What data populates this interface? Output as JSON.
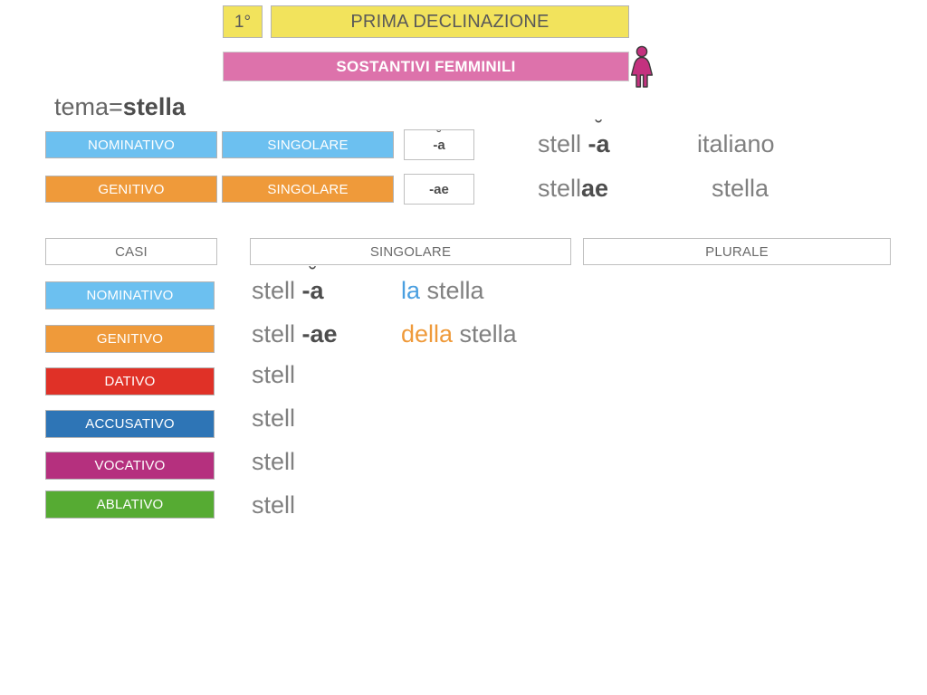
{
  "header": {
    "ordinal": "1°",
    "title": "PRIMA DECLINAZIONE",
    "subtitle": "SOSTANTIVI FEMMINILI",
    "icon": "female-figure-icon",
    "colors": {
      "ordinal_box": "#f2e35c",
      "title_banner": "#f2e35c",
      "subtitle_banner": "#dd72ab",
      "figure": "#c4317f"
    }
  },
  "theme": {
    "label": "tema=",
    "value": "stella"
  },
  "demo_rows": [
    {
      "case_label": "NOMINATIVO",
      "number_label": "SINGOLARE",
      "ending": "-a",
      "ending_has_breve": true,
      "stem": "stell ",
      "word_ending": "-a",
      "word_has_breve": true,
      "italian": "italiano",
      "color": "#6cc0f0"
    },
    {
      "case_label": "GENITIVO",
      "number_label": "SINGOLARE",
      "ending": "-ae",
      "ending_has_breve": false,
      "stem": "stell",
      "word_ending": "ae",
      "word_has_breve": false,
      "italian": "stella",
      "color": "#ef9a3a"
    }
  ],
  "table": {
    "headers": {
      "cases": "CASI",
      "singular": "SINGOLARE",
      "plural": "PLURALE"
    },
    "rows": [
      {
        "case_label": "NOMINATIVO",
        "color": "#6cc0f0",
        "stem": "stell ",
        "ending": "-a",
        "has_breve": true,
        "article": "la",
        "article_color": "#4a9fe0",
        "translation": " stella",
        "plural": ""
      },
      {
        "case_label": "GENITIVO",
        "color": "#ef9a3a",
        "stem": "stell ",
        "ending": "-ae",
        "has_breve": false,
        "article": "della",
        "article_color": "#ef9a3a",
        "translation": " stella",
        "plural": ""
      },
      {
        "case_label": "DATIVO",
        "color": "#e03127",
        "stem": "stell",
        "ending": "",
        "has_breve": false,
        "article": "",
        "article_color": "",
        "translation": "",
        "plural": ""
      },
      {
        "case_label": "ACCUSATIVO",
        "color": "#2e75b6",
        "stem": "stell",
        "ending": "",
        "has_breve": false,
        "article": "",
        "article_color": "",
        "translation": "",
        "plural": ""
      },
      {
        "case_label": "VOCATIVO",
        "color": "#b5307e",
        "stem": "stell",
        "ending": "",
        "has_breve": false,
        "article": "",
        "article_color": "",
        "translation": "",
        "plural": ""
      },
      {
        "case_label": "ABLATIVO",
        "color": "#56ab33",
        "stem": "stell",
        "ending": "",
        "has_breve": false,
        "article": "",
        "article_color": "",
        "translation": "",
        "plural": ""
      }
    ]
  },
  "glyphs": {
    "breve": "˘"
  }
}
